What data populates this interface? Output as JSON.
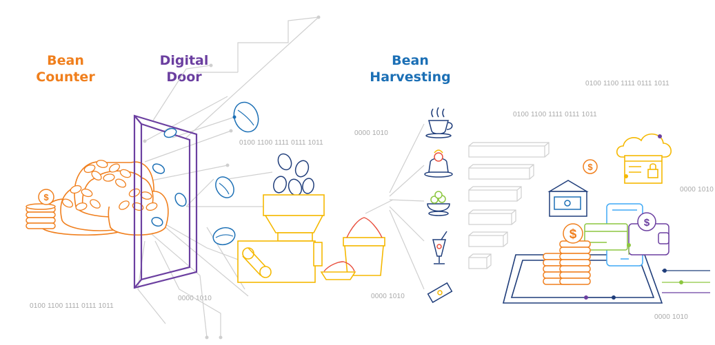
{
  "headings": {
    "bean_counter": {
      "line1": "Bean",
      "line2": "Counter",
      "color": "#f07f1d"
    },
    "digital_door": {
      "line1": "Digital",
      "line2": "Door",
      "color": "#6b3fa0"
    },
    "bean_harvesting": {
      "line1": "Bean",
      "line2": "Harvesting",
      "color": "#1b6fb5"
    }
  },
  "binary_strings": [
    "0100 1100 1111 0111 1011",
    "0100 1100 1111 0111 1011",
    "0000 1010",
    "0100 1100 1111 0111 1011",
    "0000 1010",
    "0100 1100 1111 0111 1011",
    "0000 1010",
    "0000 1010",
    "0000 1010"
  ],
  "currency_symbol": "$",
  "colors": {
    "orange": "#f07f1d",
    "purple": "#6b3fa0",
    "blue": "#1b6fb5",
    "navy": "#1f3d7a",
    "yellow": "#f5b800",
    "red": "#e94e3c",
    "green": "#8cc63f",
    "light_blue": "#3fa9f5",
    "gray": "#c8c8c8"
  }
}
